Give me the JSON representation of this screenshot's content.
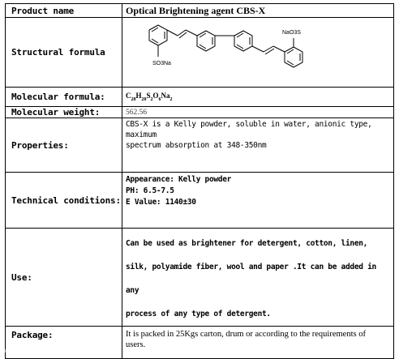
{
  "product": {
    "label": "Product name",
    "value": "Optical Brightening agent CBS-X"
  },
  "structure": {
    "label": "Structural formula",
    "group_bottom_left": "SO3Na",
    "group_top_right": "NaO3S"
  },
  "formula": {
    "label": "Molecular formula:"
  },
  "weight": {
    "label": "Molecular weight:",
    "value": "562.56"
  },
  "properties": {
    "label": "Properties:",
    "line1": "CBS-X is a Kelly powder, soluble in water, anionic type, maximum",
    "line2": "spectrum absorption at 348-350nm"
  },
  "technical": {
    "label": "Technical conditions:",
    "line1": "Appearance: Kelly powder",
    "line2": "PH: 6.5-7.5",
    "line3": "E Value: 1140±30"
  },
  "use": {
    "label": "Use:",
    "line1": "Can be used as brightener for detergent, cotton, linen,",
    "line2": "silk, polyamide fiber, wool and paper .It can be added in any",
    "line3": "process of any type of detergent."
  },
  "package": {
    "label": "Package:",
    "line1": "It is packed in 25Kgs carton, drum or according to the requirements of",
    "line2": "users."
  }
}
